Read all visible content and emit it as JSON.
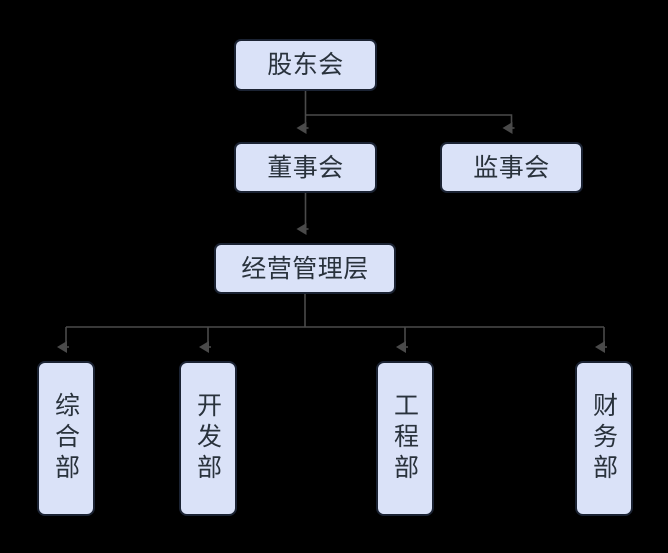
{
  "diagram": {
    "type": "organizational-chart",
    "background_color": "#000000",
    "node_fill_color": "#dae2f8",
    "node_border_color": "#1b2333",
    "connector_color": "#4a4a4a",
    "text_color": "#29323c",
    "levels": [
      {
        "level": 1,
        "nodes": [
          {
            "id": "shareholders",
            "label": "股东会",
            "orientation": "horizontal"
          }
        ]
      },
      {
        "level": 2,
        "nodes": [
          {
            "id": "board",
            "label": "董事会",
            "orientation": "horizontal"
          },
          {
            "id": "supervisors",
            "label": "监事会",
            "orientation": "horizontal"
          }
        ]
      },
      {
        "level": 3,
        "nodes": [
          {
            "id": "management",
            "label": "经营管理层",
            "orientation": "horizontal"
          }
        ]
      },
      {
        "level": 4,
        "nodes": [
          {
            "id": "general",
            "label": "综合部",
            "orientation": "vertical"
          },
          {
            "id": "development",
            "label": "开发部",
            "orientation": "vertical"
          },
          {
            "id": "engineering",
            "label": "工程部",
            "orientation": "vertical"
          },
          {
            "id": "finance",
            "label": "财务部",
            "orientation": "vertical"
          }
        ]
      }
    ],
    "edges": [
      {
        "from": "shareholders",
        "to": "board"
      },
      {
        "from": "shareholders",
        "to": "supervisors"
      },
      {
        "from": "board",
        "to": "management"
      },
      {
        "from": "management",
        "to": "general"
      },
      {
        "from": "management",
        "to": "development"
      },
      {
        "from": "management",
        "to": "engineering"
      },
      {
        "from": "management",
        "to": "finance"
      }
    ]
  }
}
